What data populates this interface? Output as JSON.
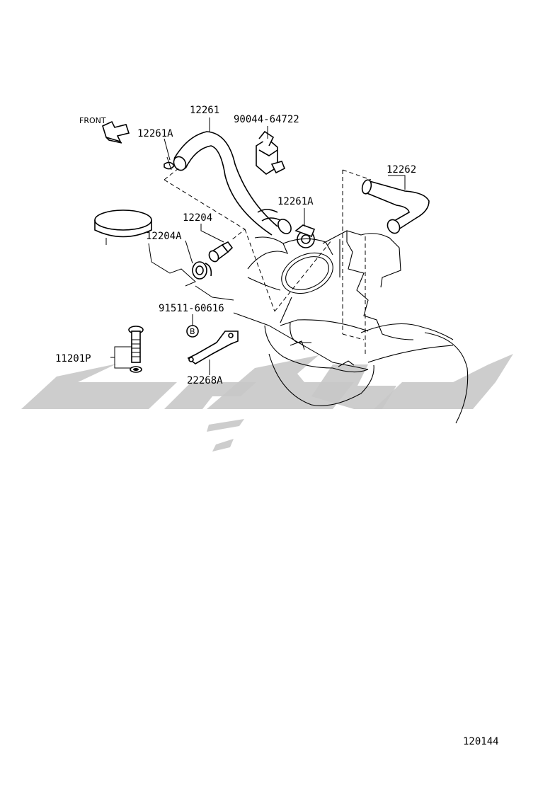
{
  "diagram": {
    "front_label": "FRONT",
    "drawing_number": "120144",
    "callout_b": "B",
    "parts": {
      "p12261": "12261",
      "p12261A_left": "12261A",
      "p12261A_right": "12261A",
      "p90044": "90044-64722",
      "p12262": "12262",
      "p12204": "12204",
      "p12204A": "12204A",
      "p91511": "91511-60616",
      "p11201P": "11201P",
      "p22268A": "22268A"
    },
    "watermark_color": "#c8c8c8"
  }
}
